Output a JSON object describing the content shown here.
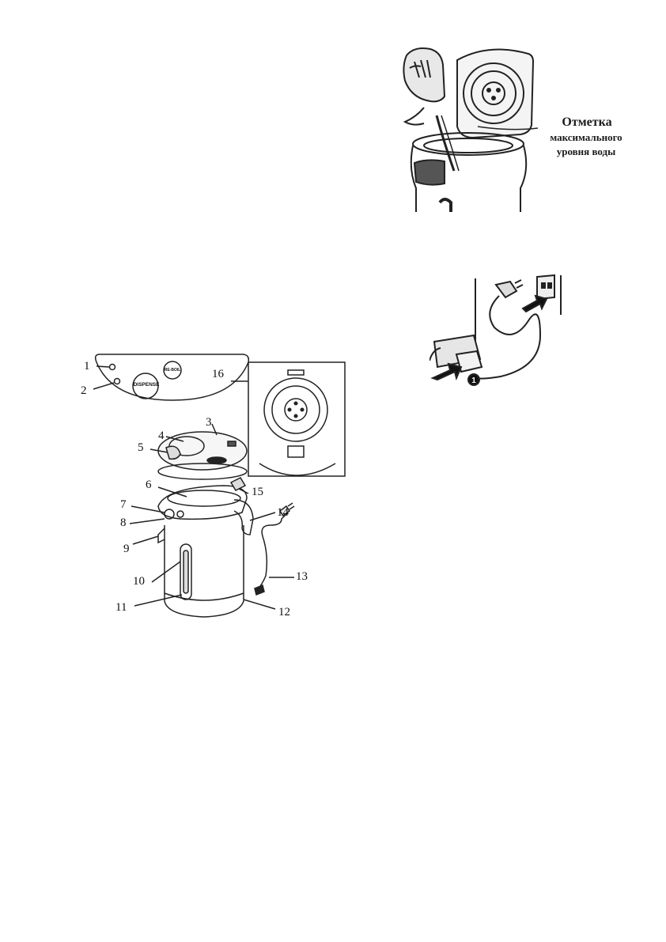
{
  "fill_figure": {
    "caption_line1": "Отметка",
    "caption_line2": "максимального",
    "caption_line3": "уровня воды"
  },
  "panel": {
    "dispense_label": "DISPENSE",
    "reboil_label": "RE-BOIL"
  },
  "plug_figure": {
    "step_marker": "1"
  },
  "parts": {
    "callouts": [
      "1",
      "2",
      "3",
      "4",
      "5",
      "6",
      "7",
      "8",
      "9",
      "10",
      "11",
      "12",
      "13",
      "14",
      "15",
      "16"
    ]
  }
}
